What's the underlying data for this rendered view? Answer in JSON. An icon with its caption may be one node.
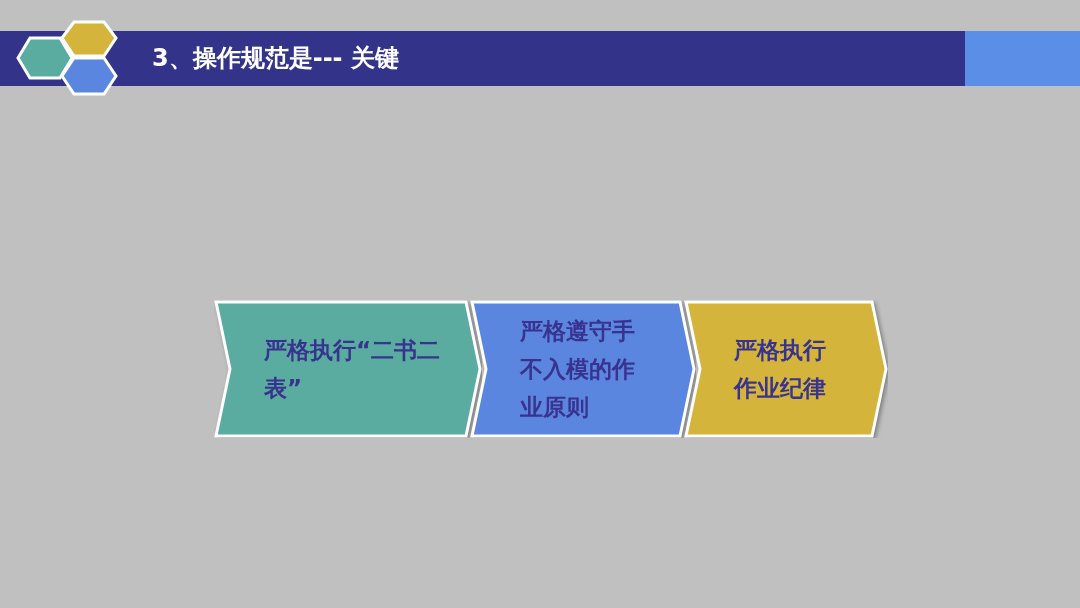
{
  "diagram": {
    "title": "3、操作规范是--- 关键",
    "nodes": [
      {
        "text": [
          "严格执行“二书二表”"
        ]
      },
      {
        "text": [
          "严格遵守手不入模的作业原则"
        ]
      },
      {
        "text": [
          "严格执行作业纪律"
        ]
      }
    ]
  }
}
